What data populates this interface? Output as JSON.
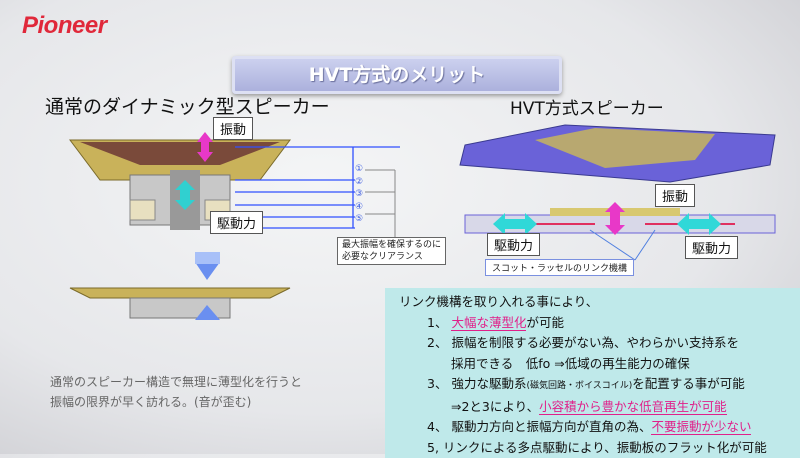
{
  "logo": "Pioneer",
  "title": "HVT方式のメリット",
  "left": {
    "heading": "通常のダイナミック型スピーカー",
    "vibration_label": "振動",
    "drive_label": "駆動力",
    "markers": [
      "①",
      "②",
      "③",
      "④",
      "⑤"
    ],
    "clearance_note_1": "最大振幅を確保するのに",
    "clearance_note_2": "必要なクリアランス",
    "note_line1": "通常のスピーカー構造で無理に薄型化を行うと",
    "note_line2": "振幅の限界が早く訪れる。(音が歪む)"
  },
  "right": {
    "heading": "HVT方式スピーカー",
    "vibration_label": "振動",
    "drive_label_left": "駆動力",
    "drive_label_right": "駆動力",
    "link_label": "スコット・ラッセルのリンク機構"
  },
  "panel": {
    "intro": "リンク機構を取り入れる事により、",
    "i1_num": "1、",
    "i1_hl": "大幅な薄型化",
    "i1_rest": "が可能",
    "i2_num": "2、",
    "i2_a": "振幅を制限する必要がない為、やわらかい支持系を",
    "i2_b": "採用できる　低fo ⇒低域の再生能力の確保",
    "i3_num": "3、",
    "i3_a": "強力な駆動系",
    "i3_small": "(磁気回路・ボイスコイル)",
    "i3_b": "を配置する事が可能",
    "i3_c": "⇒2と3により、",
    "i3_hl": "小容積から豊かな低音再生が可能",
    "i4_num": "4、",
    "i4_a": "駆動力方向と振幅方向が直角の為、",
    "i4_hl": "不要振動が少ない",
    "i5": "5, リンクによる多点駆動により、振動板のフラット化が可能"
  }
}
